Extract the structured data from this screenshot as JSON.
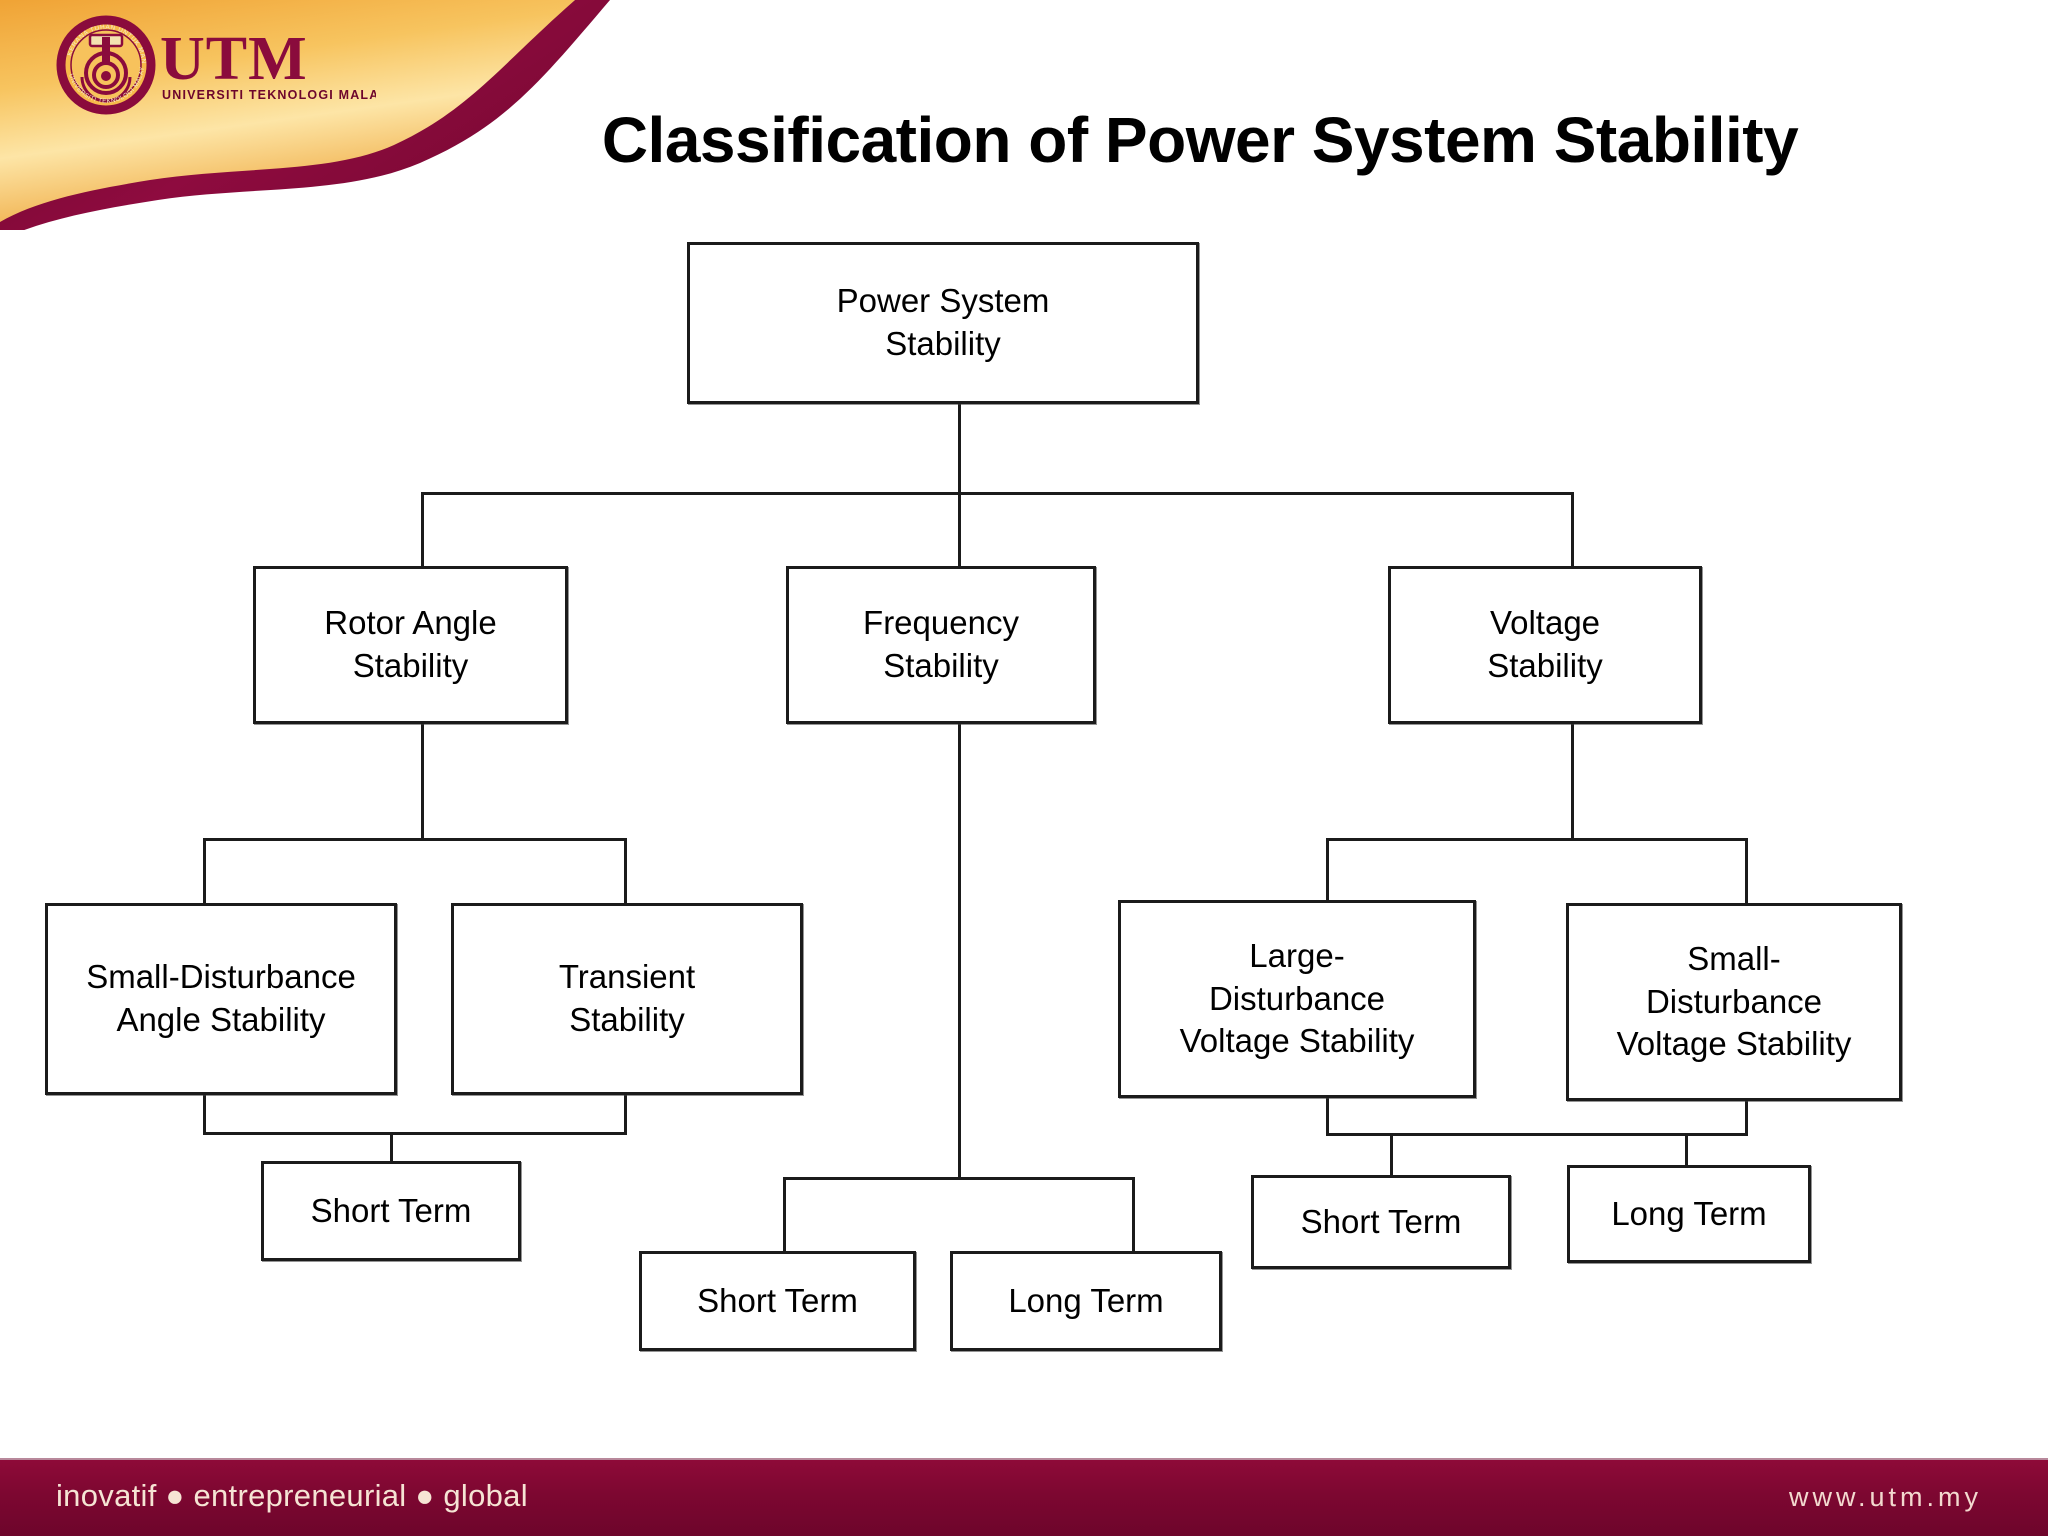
{
  "slide": {
    "title": "Classification of Power System Stability",
    "background": "#ffffff"
  },
  "brand": {
    "logo_text": "UTM",
    "logo_subtext": "UNIVERSITI TEKNOLOGI MALAYSIA",
    "seal_text_top": "KERANA TUHAN UNTUK MANUSIA",
    "seal_text_bottom": "UNIVERSITI TEKNOLOGI MALAYSIA",
    "maroon": "#8a0b3c",
    "gold": "#f2a93b",
    "gold_light": "#fbdc8e"
  },
  "footer": {
    "tagline": "inovatif ● entrepreneurial ● global",
    "url": "www.utm.my",
    "background": "#7d0731",
    "text_color": "#f6e4d4"
  },
  "chart_data": {
    "type": "diagram",
    "diagram_kind": "hierarchy-tree",
    "title": "Classification of Power System Stability",
    "nodes": [
      {
        "id": "root",
        "label": "Power System\nStability",
        "level": 0
      },
      {
        "id": "rotor",
        "label": "Rotor Angle\nStability",
        "level": 1
      },
      {
        "id": "frequency",
        "label": "Frequency\nStability",
        "level": 1
      },
      {
        "id": "voltage",
        "label": "Voltage\nStability",
        "level": 1
      },
      {
        "id": "small-angle",
        "label": "Small-Disturbance\nAngle Stability",
        "level": 2
      },
      {
        "id": "transient",
        "label": "Transient\nStability",
        "level": 2
      },
      {
        "id": "large-volt",
        "label": "Large-\nDisturbance\nVoltage Stability",
        "level": 2
      },
      {
        "id": "small-volt",
        "label": "Small-\nDisturbance\nVoltage Stability",
        "level": 2
      },
      {
        "id": "angle-short",
        "label": "Short Term",
        "level": 3
      },
      {
        "id": "freq-short",
        "label": "Short Term",
        "level": 3
      },
      {
        "id": "freq-long",
        "label": "Long  Term",
        "level": 3
      },
      {
        "id": "volt-short",
        "label": "Short Term",
        "level": 3
      },
      {
        "id": "volt-long",
        "label": "Long Term",
        "level": 3
      }
    ],
    "edges": [
      {
        "from": "root",
        "to": "rotor"
      },
      {
        "from": "root",
        "to": "frequency"
      },
      {
        "from": "root",
        "to": "voltage"
      },
      {
        "from": "rotor",
        "to": "small-angle"
      },
      {
        "from": "rotor",
        "to": "transient"
      },
      {
        "from": "voltage",
        "to": "large-volt"
      },
      {
        "from": "voltage",
        "to": "small-volt"
      },
      {
        "from": "small-angle",
        "to": "angle-short"
      },
      {
        "from": "transient",
        "to": "angle-short"
      },
      {
        "from": "frequency",
        "to": "freq-short"
      },
      {
        "from": "frequency",
        "to": "freq-long"
      },
      {
        "from": "large-volt",
        "to": "volt-short"
      },
      {
        "from": "small-volt",
        "to": "volt-long"
      }
    ]
  },
  "nodes": {
    "root": {
      "line1": "Power System",
      "line2": "Stability"
    },
    "rotor": {
      "line1": "Rotor Angle",
      "line2": "Stability"
    },
    "frequency": {
      "line1": "Frequency",
      "line2": "Stability"
    },
    "voltage": {
      "line1": "Voltage",
      "line2": "Stability"
    },
    "small_angle": {
      "line1": "Small-Disturbance",
      "line2": "Angle Stability"
    },
    "transient": {
      "line1": "Transient",
      "line2": "Stability"
    },
    "large_volt": {
      "line1": "Large-",
      "line2": "Disturbance",
      "line3": "Voltage Stability"
    },
    "small_volt": {
      "line1": "Small-",
      "line2": "Disturbance",
      "line3": "Voltage Stability"
    },
    "angle_short": {
      "line1": "Short Term"
    },
    "freq_short": {
      "line1": "Short Term"
    },
    "freq_long": {
      "line1": "Long  Term"
    },
    "volt_short": {
      "line1": "Short Term"
    },
    "volt_long": {
      "line1": "Long Term"
    }
  }
}
